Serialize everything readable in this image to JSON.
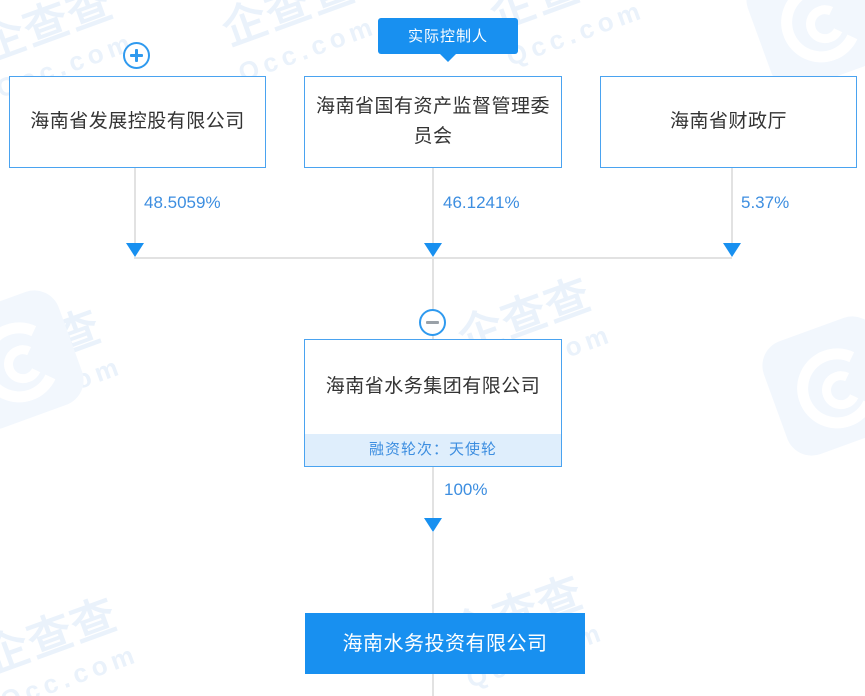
{
  "diagram": {
    "type": "ownership-structure-tree",
    "badge": {
      "label": "实际控制人"
    },
    "parents": [
      {
        "name": "海南省发展控股有限公司",
        "percent": "48.5059%",
        "toggle": "plus"
      },
      {
        "name": "海南省国有资产监督管理委员会",
        "percent": "46.1241%",
        "toggle": "none"
      },
      {
        "name": "海南省财政厅",
        "percent": "5.37%",
        "toggle": "none"
      }
    ],
    "center": {
      "name": "海南省水务集团有限公司",
      "tag": "融资轮次：天使轮",
      "toggle": "minus",
      "percent_to_child": "100%"
    },
    "child": {
      "name": "海南水务投资有限公司"
    },
    "colors": {
      "accent": "#1890f0",
      "node_border": "#4aa3f0",
      "line": "#e2e2e2",
      "tag_bg": "#dfeefc",
      "tag_text": "#3d8ee0",
      "percent_text": "#3d8ee0",
      "node_text": "#333333",
      "solid_node_text": "#ffffff"
    },
    "watermark": {
      "brand": "企查查",
      "site": "Qcc.com"
    }
  }
}
